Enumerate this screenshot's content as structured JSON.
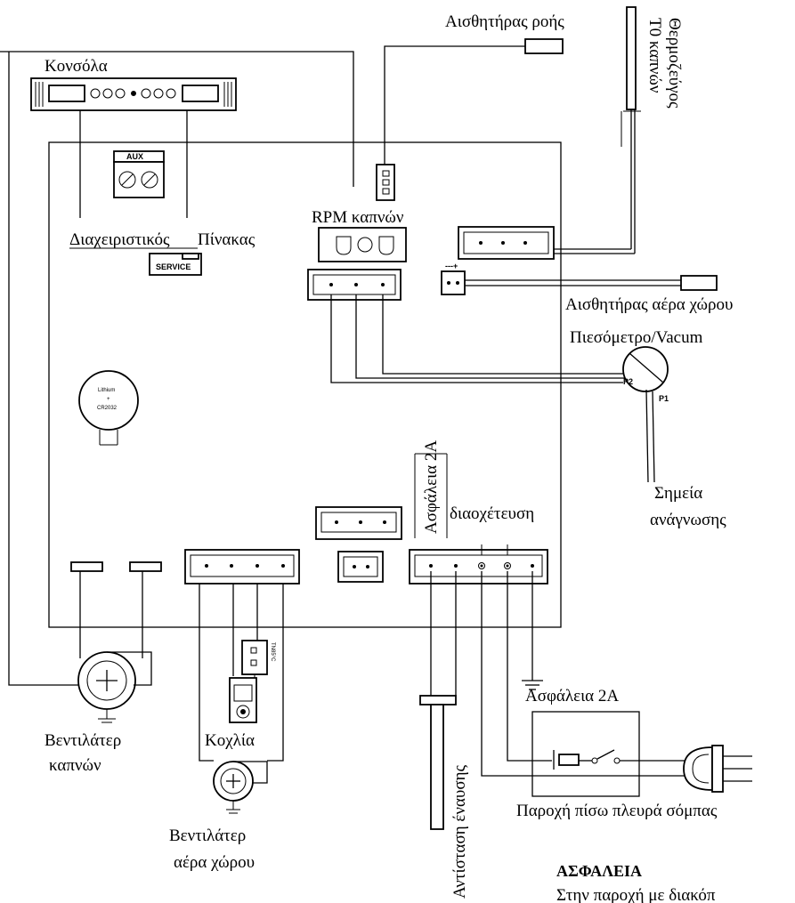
{
  "labels": {
    "console": "Κονσόλα",
    "aux": "AUX",
    "control_panel_part1": "Διαχειριστικός",
    "control_panel_part2": "Πίνακας",
    "service": "SERVICE",
    "flow_sensor": "Αισθητήρας ροής",
    "flue_thermocouple_line1": "Θερμοζεύγος",
    "flue_thermocouple_line2": "T0 καπνών",
    "rpm_flue": "RPM καπνών",
    "room_air_sensor": "Αισθητήρας αέρα χώρου",
    "minus_plus": "---+",
    "vacuum_gauge": "Πιεσόμετρο/Vacum",
    "p2": "P2",
    "p1": "P1",
    "reading_points_line1": "Σημεία",
    "reading_points_line2": "ανάγνωσης",
    "battery_line1": "Lithium",
    "battery_line2": "+",
    "battery_line3": "CR2032",
    "fuse_vertical": "Ασφάλεια 2A",
    "diversion": "διαοχέτευση",
    "thermostat_tag": "TN85°C",
    "flue_fan_line1": "Βεντιλάτερ",
    "flue_fan_line2": "καπνών",
    "auger": "Κοχλία",
    "room_fan_line1": "Βεντιλάτερ",
    "room_fan_line2": "αέρα χώρου",
    "ignition_resistor": "Αντίσταση έναυσης",
    "fuse_2a": "Ασφάλεια 2A",
    "supply_back": "Παροχή πίσω πλευρά σόμπας",
    "safety_title": "ΑΣΦΑΛΕΙΑ",
    "safety_text": "Στην παροχή με διακόπ"
  }
}
